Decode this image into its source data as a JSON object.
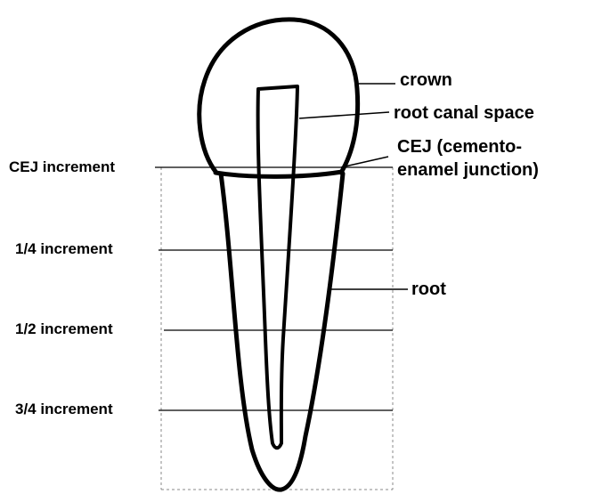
{
  "labels": {
    "crown": "crown",
    "root_canal_space": "root canal space",
    "cej_line1": "CEJ (cemento-",
    "cej_line2": "enamel junction)",
    "root": "root"
  },
  "increments": {
    "cej": "CEJ increment",
    "quarter": "1/4 increment",
    "half": "1/2 increment",
    "three_quarter": "3/4 increment"
  },
  "colors": {
    "ink": "#000000",
    "guide": "#888888"
  }
}
